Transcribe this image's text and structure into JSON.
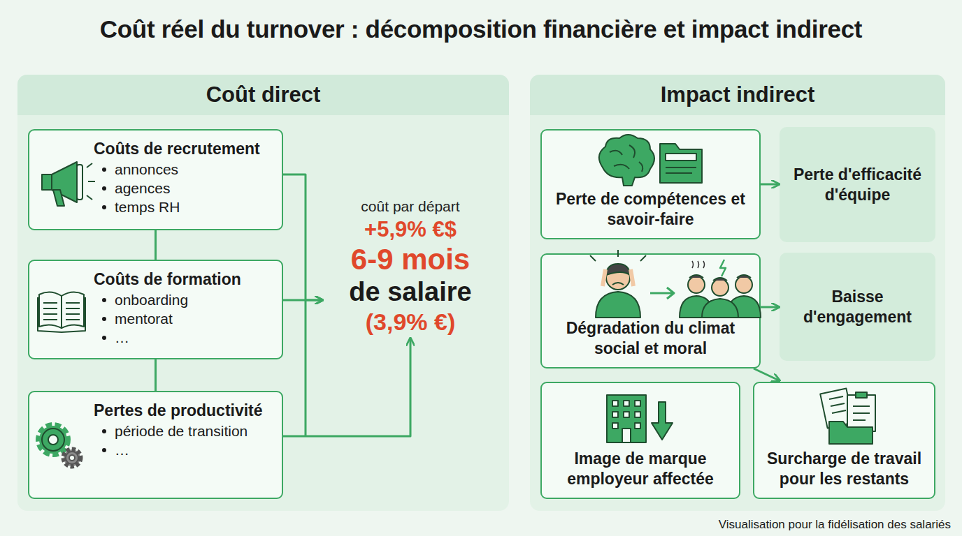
{
  "diagram": {
    "title": "Coût réel du turnover : décomposition financière et impact indirect",
    "caption": "Visualisation pour la fidélisation des salariés",
    "nodes": [
      {
        "text": [
          "Coût direct"
        ]
      },
      {
        "text": [
          "Coûts de recrutement",
          "annonces",
          "agences",
          "temps RH"
        ],
        "in": 0
      },
      {
        "text": [
          "Coûts de formation",
          "onboarding",
          "mentorat",
          "…"
        ],
        "in": 0
      },
      {
        "text": [
          "Pertes de productivité",
          "période de transition",
          "…"
        ],
        "in": 0
      },
      {
        "text": [
          "coût par départ",
          "+5,9% €$",
          "6-9 mois",
          "de salaire",
          "(3,9% €)"
        ],
        "in": 0
      },
      {
        "text": [
          "Impact indirect"
        ]
      },
      {
        "text": [
          "Perte de compétences et savoir-faire"
        ],
        "in": 5
      },
      {
        "text": [
          "Perte d'efficacité d'équipe"
        ],
        "in": 5
      },
      {
        "text": [
          "Dégradation du climat social et moral"
        ],
        "in": 5
      },
      {
        "text": [
          "Baisse d'engagement"
        ],
        "in": 5
      },
      {
        "text": [
          "Image de marque employeur affectée"
        ],
        "in": 5
      },
      {
        "text": [
          "Surcharge de travail pour les restants"
        ],
        "in": 5
      }
    ],
    "edges": [
      {
        "from": 1,
        "to": 2,
        "arrow": "none"
      },
      {
        "from": 2,
        "to": 3,
        "arrow": "none"
      },
      {
        "from": 1,
        "to": 4,
        "arrow": "to"
      },
      {
        "from": 2,
        "to": 4,
        "arrow": "to"
      },
      {
        "from": 3,
        "to": 4,
        "arrow": "to"
      },
      {
        "from": 6,
        "to": 7,
        "arrow": "to"
      },
      {
        "from": 8,
        "to": 9,
        "arrow": "to"
      },
      {
        "from": 8,
        "to": 11,
        "arrow": "to"
      }
    ]
  }
}
